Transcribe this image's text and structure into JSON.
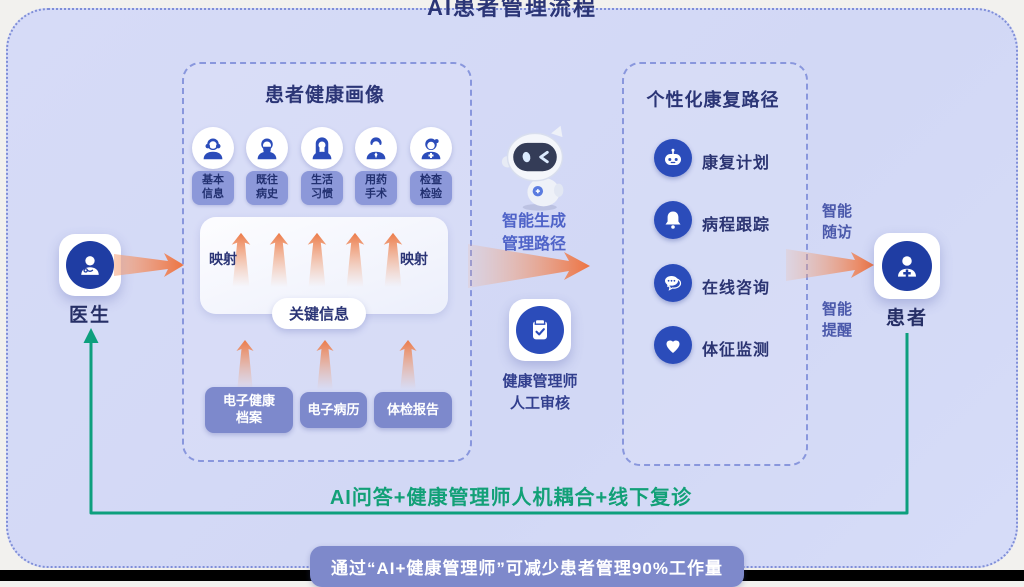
{
  "page": {
    "title": "AI患者管理流程",
    "loop_caption": "AI问答+健康管理师人机耦合+线下复诊",
    "banner": "通过“AI+健康管理师”可减少患者管理90%工作量"
  },
  "doctor": {
    "label": "医生"
  },
  "patient": {
    "label": "患者"
  },
  "profile_box": {
    "title": "患者健康画像",
    "avatars": [
      {
        "icon": "woman-curly-avatar-icon",
        "label": "基本\n信息"
      },
      {
        "icon": "masked-person-avatar-icon",
        "label": "既往\n病史"
      },
      {
        "icon": "longhair-woman-avatar-icon",
        "label": "生活\n习惯"
      },
      {
        "icon": "suit-man-avatar-icon",
        "label": "用药\n手术"
      },
      {
        "icon": "nurse-avatar-icon",
        "label": "检查\n检验"
      }
    ],
    "mapping_left": "映射",
    "mapping_right": "映射",
    "key_info": "关键信息",
    "sources": [
      {
        "label": "电子健康\n档案"
      },
      {
        "label": "电子病历"
      },
      {
        "label": "体检报告"
      }
    ]
  },
  "middle": {
    "ai_caption": "智能生成\n管理路径",
    "review_caption": "健康管理师\n人工审核"
  },
  "rehab_box": {
    "title": "个性化康复路径",
    "items": [
      {
        "icon": "robot-head-icon",
        "label": "康复计划"
      },
      {
        "icon": "bell-icon",
        "label": "病程跟踪"
      },
      {
        "icon": "chat-bubbles-icon",
        "label": "在线咨询"
      },
      {
        "icon": "heart-icon",
        "label": "体征监测"
      }
    ]
  },
  "right_labels": {
    "follow_up": "智能\n随访",
    "reminder": "智能\n提醒"
  },
  "colors": {
    "frame_bg": "#d5dbf6",
    "dashed_border": "#8997dd",
    "circle_blue": "#2b4cba",
    "tile_circle_blue": "#1f3da3",
    "periwinkle_box": "#7d89cc",
    "avatar_tag_bg": "#8c98d9",
    "navy_text": "#2b3576",
    "mid_blue_text": "#4f63c8",
    "orange_arrow": "#ed7742",
    "green_loop": "#0d9f7d",
    "banner_bg": "#7e89cb"
  }
}
